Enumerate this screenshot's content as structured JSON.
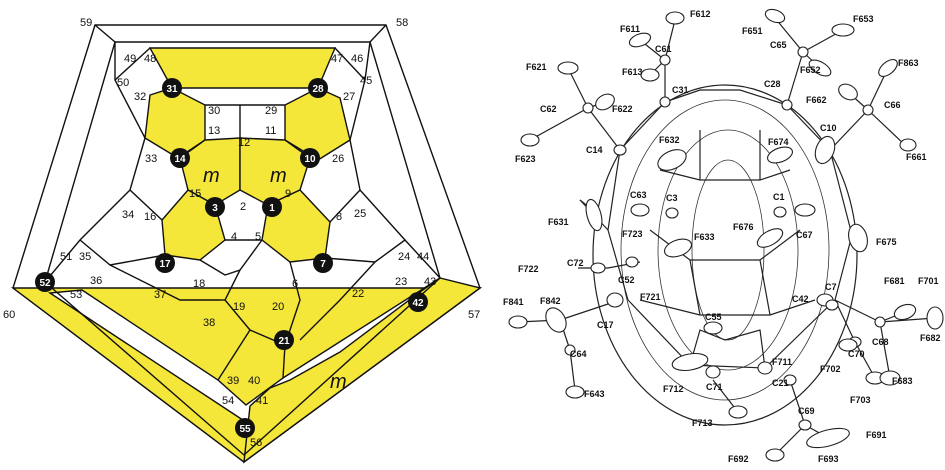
{
  "schlegel": {
    "vertex_numbers": [
      "59",
      "58",
      "49",
      "48",
      "47",
      "46",
      "50",
      "32",
      "45",
      "27",
      "30",
      "29",
      "13",
      "12",
      "11",
      "33",
      "26",
      "15",
      "9",
      "2",
      "34",
      "16",
      "8",
      "25",
      "4",
      "5",
      "51",
      "35",
      "24",
      "44",
      "36",
      "53",
      "23",
      "43",
      "18",
      "37",
      "6",
      "22",
      "19",
      "20",
      "38",
      "60",
      "57",
      "39",
      "40",
      "54",
      "41",
      "56"
    ],
    "badges": [
      "31",
      "28",
      "14",
      "10",
      "3",
      "1",
      "17",
      "7",
      "52",
      "42",
      "21",
      "55"
    ],
    "m_labels": [
      "m",
      "m",
      "m"
    ]
  },
  "ortep": {
    "atom_labels": [
      "F611",
      "F612",
      "C61",
      "F613",
      "F651",
      "F653",
      "C65",
      "F652",
      "F621",
      "C31",
      "C28",
      "F863",
      "C62",
      "F622",
      "F662",
      "C66",
      "F632",
      "F674",
      "C10",
      "F623",
      "C14",
      "F661",
      "C3",
      "C1",
      "F631",
      "C63",
      "F723",
      "F633",
      "F676",
      "C67",
      "F675",
      "F722",
      "C72",
      "C52",
      "F681",
      "F701",
      "F721",
      "C42",
      "C7",
      "F841",
      "F842",
      "C17",
      "C55",
      "C68",
      "F682",
      "C70",
      "F702",
      "C64",
      "F711",
      "F712",
      "C71",
      "C21",
      "F703",
      "F683",
      "F643",
      "F713",
      "C69",
      "F691",
      "F692",
      "F693"
    ]
  }
}
